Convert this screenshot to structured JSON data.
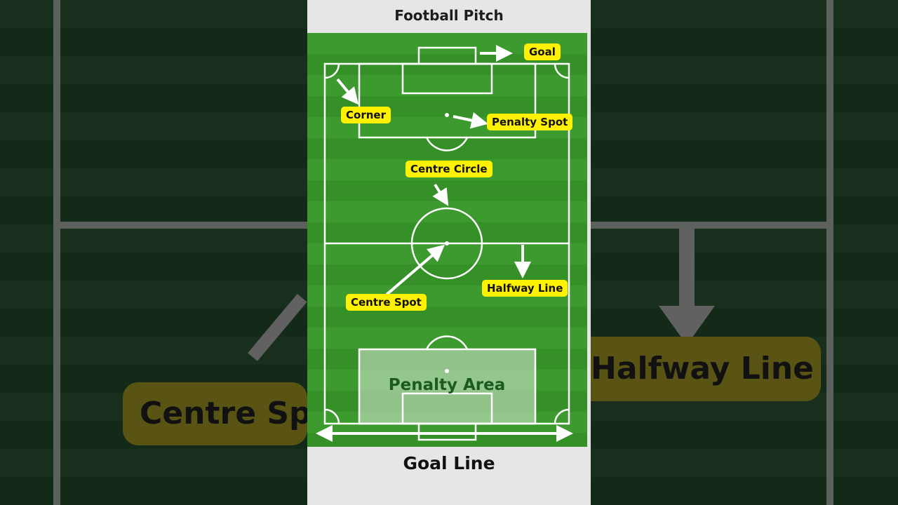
{
  "title": "Football Pitch",
  "bottom_label": "Goal Line",
  "labels": {
    "goal": "Goal",
    "corner": "Corner",
    "penalty_spot": "Penalty Spot",
    "centre_circle": "Centre Circle",
    "halfway_line": "Halfway Line",
    "centre_spot": "Centre Spot",
    "penalty_area": "Penalty Area"
  },
  "background_labels": {
    "left": "Centre Spot",
    "right": "Halfway Line"
  },
  "colors": {
    "label_fill": "#fff200",
    "pitch_green": "#3d9a2f",
    "line_white": "#ffffff"
  }
}
